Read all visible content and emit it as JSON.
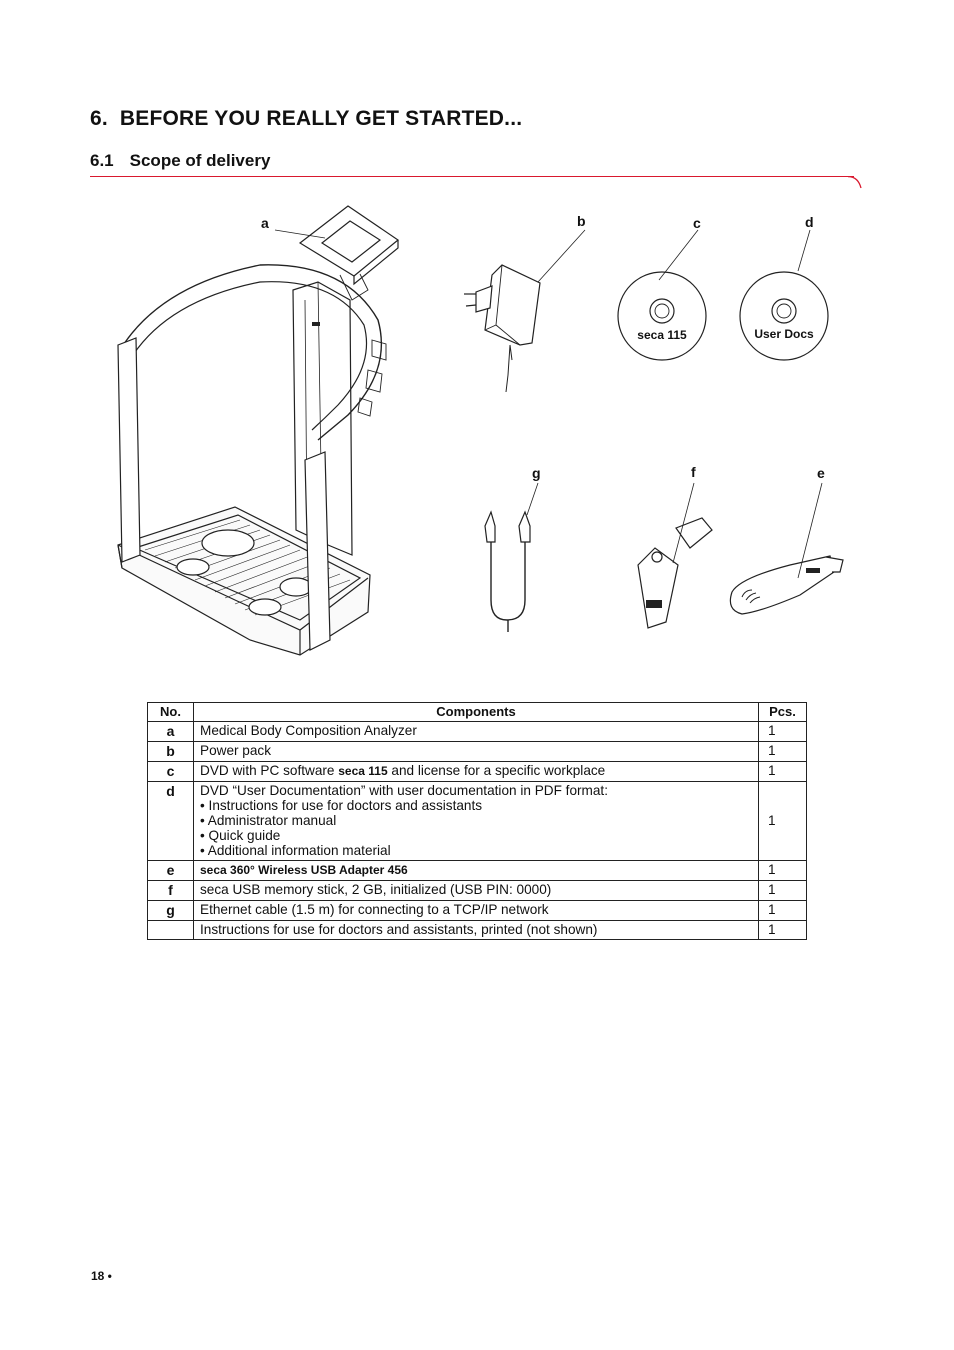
{
  "chapter": {
    "number": "6.",
    "title": "BEFORE YOU REALLY GET STARTED..."
  },
  "section": {
    "number": "6.1",
    "title": "Scope of delivery"
  },
  "figure": {
    "labels": {
      "a": "a",
      "b": "b",
      "c": "c",
      "d": "d",
      "e": "e",
      "f": "f",
      "g": "g"
    },
    "disc_c_text": "seca 115",
    "disc_d_text": "User Docs"
  },
  "table": {
    "headers": {
      "no": "No.",
      "components": "Components",
      "pcs": "Pcs."
    },
    "rows": [
      {
        "no": "a",
        "component": "Medical Body Composition Analyzer",
        "pcs": "1"
      },
      {
        "no": "b",
        "component": "Power pack",
        "pcs": "1"
      },
      {
        "no": "c",
        "component_pre": "DVD with PC software ",
        "component_bold": "seca 115",
        "component_post": " and license for a specific workplace",
        "pcs": "1"
      },
      {
        "no": "d",
        "component_lines": [
          "DVD “User Documentation” with user documentation in PDF format:",
          "• Instructions for use for doctors and assistants",
          "• Administrator manual",
          "• Quick guide",
          "• Additional information material"
        ],
        "pcs": "1"
      },
      {
        "no": "e",
        "component_bold": "seca 360° Wireless USB Adapter 456",
        "pcs": "1"
      },
      {
        "no": "f",
        "component": "seca USB memory stick, 2 GB, initialized (USB PIN: 0000)",
        "pcs": "1"
      },
      {
        "no": "g",
        "component": "Ethernet cable (1.5 m) for connecting to a TCP/IP network",
        "pcs": "1"
      },
      {
        "no": "",
        "component": "Instructions for use for doctors and assistants, printed (not shown)",
        "pcs": "1"
      }
    ]
  },
  "footer": {
    "page": "18 •"
  }
}
